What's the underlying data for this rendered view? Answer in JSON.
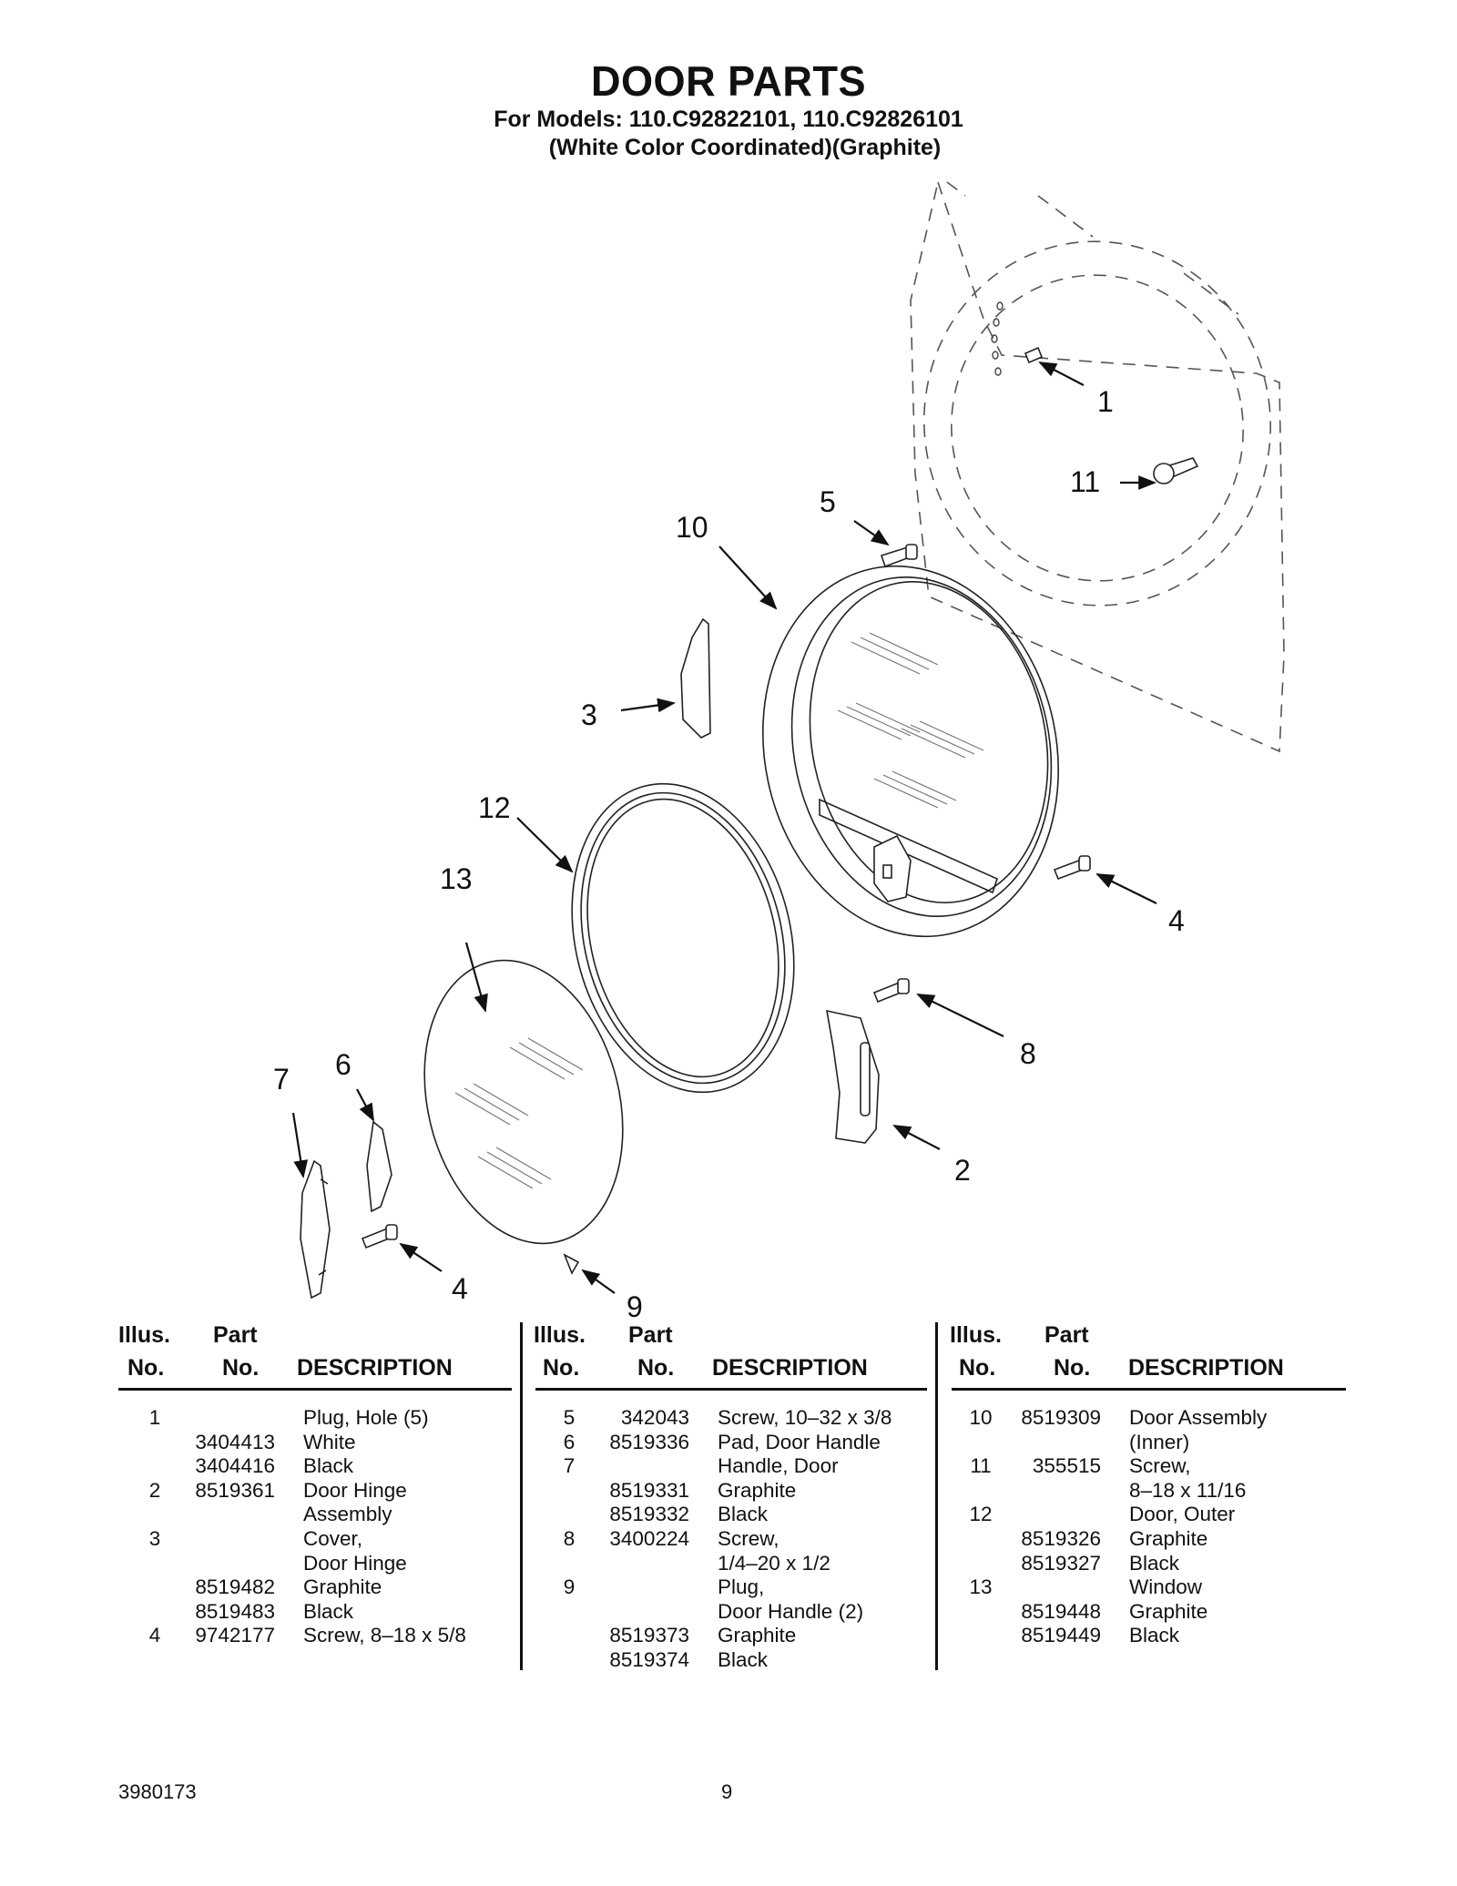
{
  "header": {
    "title": "DOOR PARTS",
    "models": "For Models: 110.C92822101, 110.C92826101",
    "colors": "(White Color Coordinated)(Graphite)"
  },
  "callouts": {
    "c1": "1",
    "c11": "11",
    "c5": "5",
    "c10": "10",
    "c3": "3",
    "c12": "12",
    "c13": "13",
    "c4a": "4",
    "c8": "8",
    "c2": "2",
    "c7": "7",
    "c6": "6",
    "c4b": "4",
    "c9": "9"
  },
  "table": {
    "headers": {
      "illus1": "Illus.",
      "illus2": "No.",
      "part1": "Part",
      "part2": "No.",
      "desc": "DESCRIPTION"
    },
    "columns": [
      [
        {
          "no": "1",
          "part": "",
          "desc": "Plug, Hole (5)"
        },
        {
          "no": "",
          "part": "3404413",
          "desc": "White"
        },
        {
          "no": "",
          "part": "3404416",
          "desc": "Black"
        },
        {
          "no": "2",
          "part": "8519361",
          "desc": "Door Hinge"
        },
        {
          "no": "",
          "part": "",
          "desc": "Assembly"
        },
        {
          "no": "3",
          "part": "",
          "desc": "Cover,"
        },
        {
          "no": "",
          "part": "",
          "desc": "Door Hinge"
        },
        {
          "no": "",
          "part": "8519482",
          "desc": "Graphite"
        },
        {
          "no": "",
          "part": "8519483",
          "desc": "Black"
        },
        {
          "no": "4",
          "part": "9742177",
          "desc": "Screw, 8–18 x 5/8"
        }
      ],
      [
        {
          "no": "5",
          "part": "342043",
          "desc": "Screw, 10–32 x 3/8"
        },
        {
          "no": "6",
          "part": "8519336",
          "desc": "Pad, Door Handle"
        },
        {
          "no": "7",
          "part": "",
          "desc": "Handle, Door"
        },
        {
          "no": "",
          "part": "8519331",
          "desc": "Graphite"
        },
        {
          "no": "",
          "part": "8519332",
          "desc": "Black"
        },
        {
          "no": "8",
          "part": "3400224",
          "desc": "Screw,"
        },
        {
          "no": "",
          "part": "",
          "desc": "1/4–20 x 1/2"
        },
        {
          "no": "9",
          "part": "",
          "desc": "Plug,"
        },
        {
          "no": "",
          "part": "",
          "desc": "Door Handle (2)"
        },
        {
          "no": "",
          "part": "8519373",
          "desc": "Graphite"
        },
        {
          "no": "",
          "part": "8519374",
          "desc": "Black"
        }
      ],
      [
        {
          "no": "10",
          "part": "8519309",
          "desc": "Door Assembly"
        },
        {
          "no": "",
          "part": "",
          "desc": "(Inner)"
        },
        {
          "no": "11",
          "part": "355515",
          "desc": "Screw,"
        },
        {
          "no": "",
          "part": "",
          "desc": "8–18 x 11/16"
        },
        {
          "no": "12",
          "part": "",
          "desc": "Door, Outer"
        },
        {
          "no": "",
          "part": "8519326",
          "desc": "Graphite"
        },
        {
          "no": "",
          "part": "8519327",
          "desc": "Black"
        },
        {
          "no": "13",
          "part": "",
          "desc": "Window"
        },
        {
          "no": "",
          "part": "8519448",
          "desc": "Graphite"
        },
        {
          "no": "",
          "part": "8519449",
          "desc": "Black"
        }
      ]
    ]
  },
  "footer": {
    "doc_number": "3980173",
    "page": "9"
  }
}
